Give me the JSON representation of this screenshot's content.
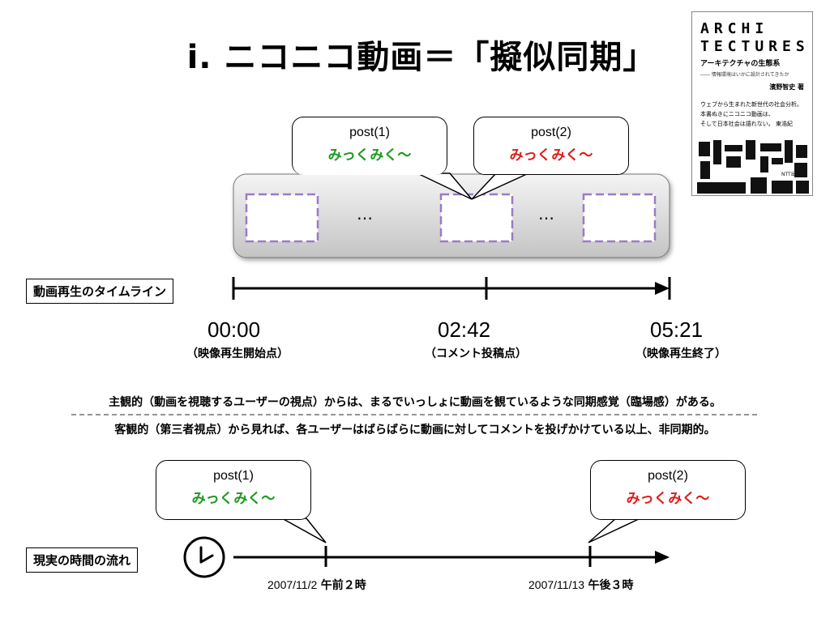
{
  "title": "i. ニコニコ動画＝「擬似同期」",
  "book": {
    "title_line1": "ARCHI",
    "title_line2": "TECTURE",
    "title_line2_suffix": "S",
    "subtitle": "アーキテクチャの生態系",
    "tagline": "―― 情報環境はいかに設計されてきたか",
    "author": "濱野智史 著",
    "blurb": [
      "ウェブから生まれた新世代の社会分析。",
      "本書ぬきにニコニコ動画は、",
      "そして日本社会は語れない。 東浩紀"
    ],
    "cover_art_text": "NTT出版"
  },
  "top_bubbles": [
    {
      "post": "post(1)",
      "comment": "みっくみく～",
      "color": "#1a9a1a"
    },
    {
      "post": "post(2)",
      "comment": "みっくみく～",
      "color": "#e01a1a"
    }
  ],
  "frame_ellipses": [
    "…",
    "…"
  ],
  "video_timeline": {
    "label": "動画再生のタイムライン",
    "times": [
      {
        "time": "00:00",
        "note": "（映像再生開始点）"
      },
      {
        "time": "02:42",
        "note": "（コメント投稿点）"
      },
      {
        "time": "05:21",
        "note": "（映像再生終了）"
      }
    ]
  },
  "statement_subjective": "主観的（動画を視聴するユーザーの視点）からは、まるでいっしょに動画を観ているような同期感覚（臨場感）がある。",
  "statement_objective": "客観的（第三者視点）から見れば、各ユーザーはばらばらに動画に対してコメントを投げかけている以上、非同期的。",
  "bottom_bubbles": [
    {
      "post": "post(1)",
      "comment": "みっくみく～",
      "color": "#1a9a1a"
    },
    {
      "post": "post(2)",
      "comment": "みっくみく～",
      "color": "#e01a1a"
    }
  ],
  "real_timeline": {
    "label": "現実の時間の流れ",
    "icon": "clock-icon",
    "dates": [
      {
        "date": "2007/11/2",
        "hour": "午前２時"
      },
      {
        "date": "2007/11/13",
        "hour": "午後３時"
      }
    ]
  }
}
